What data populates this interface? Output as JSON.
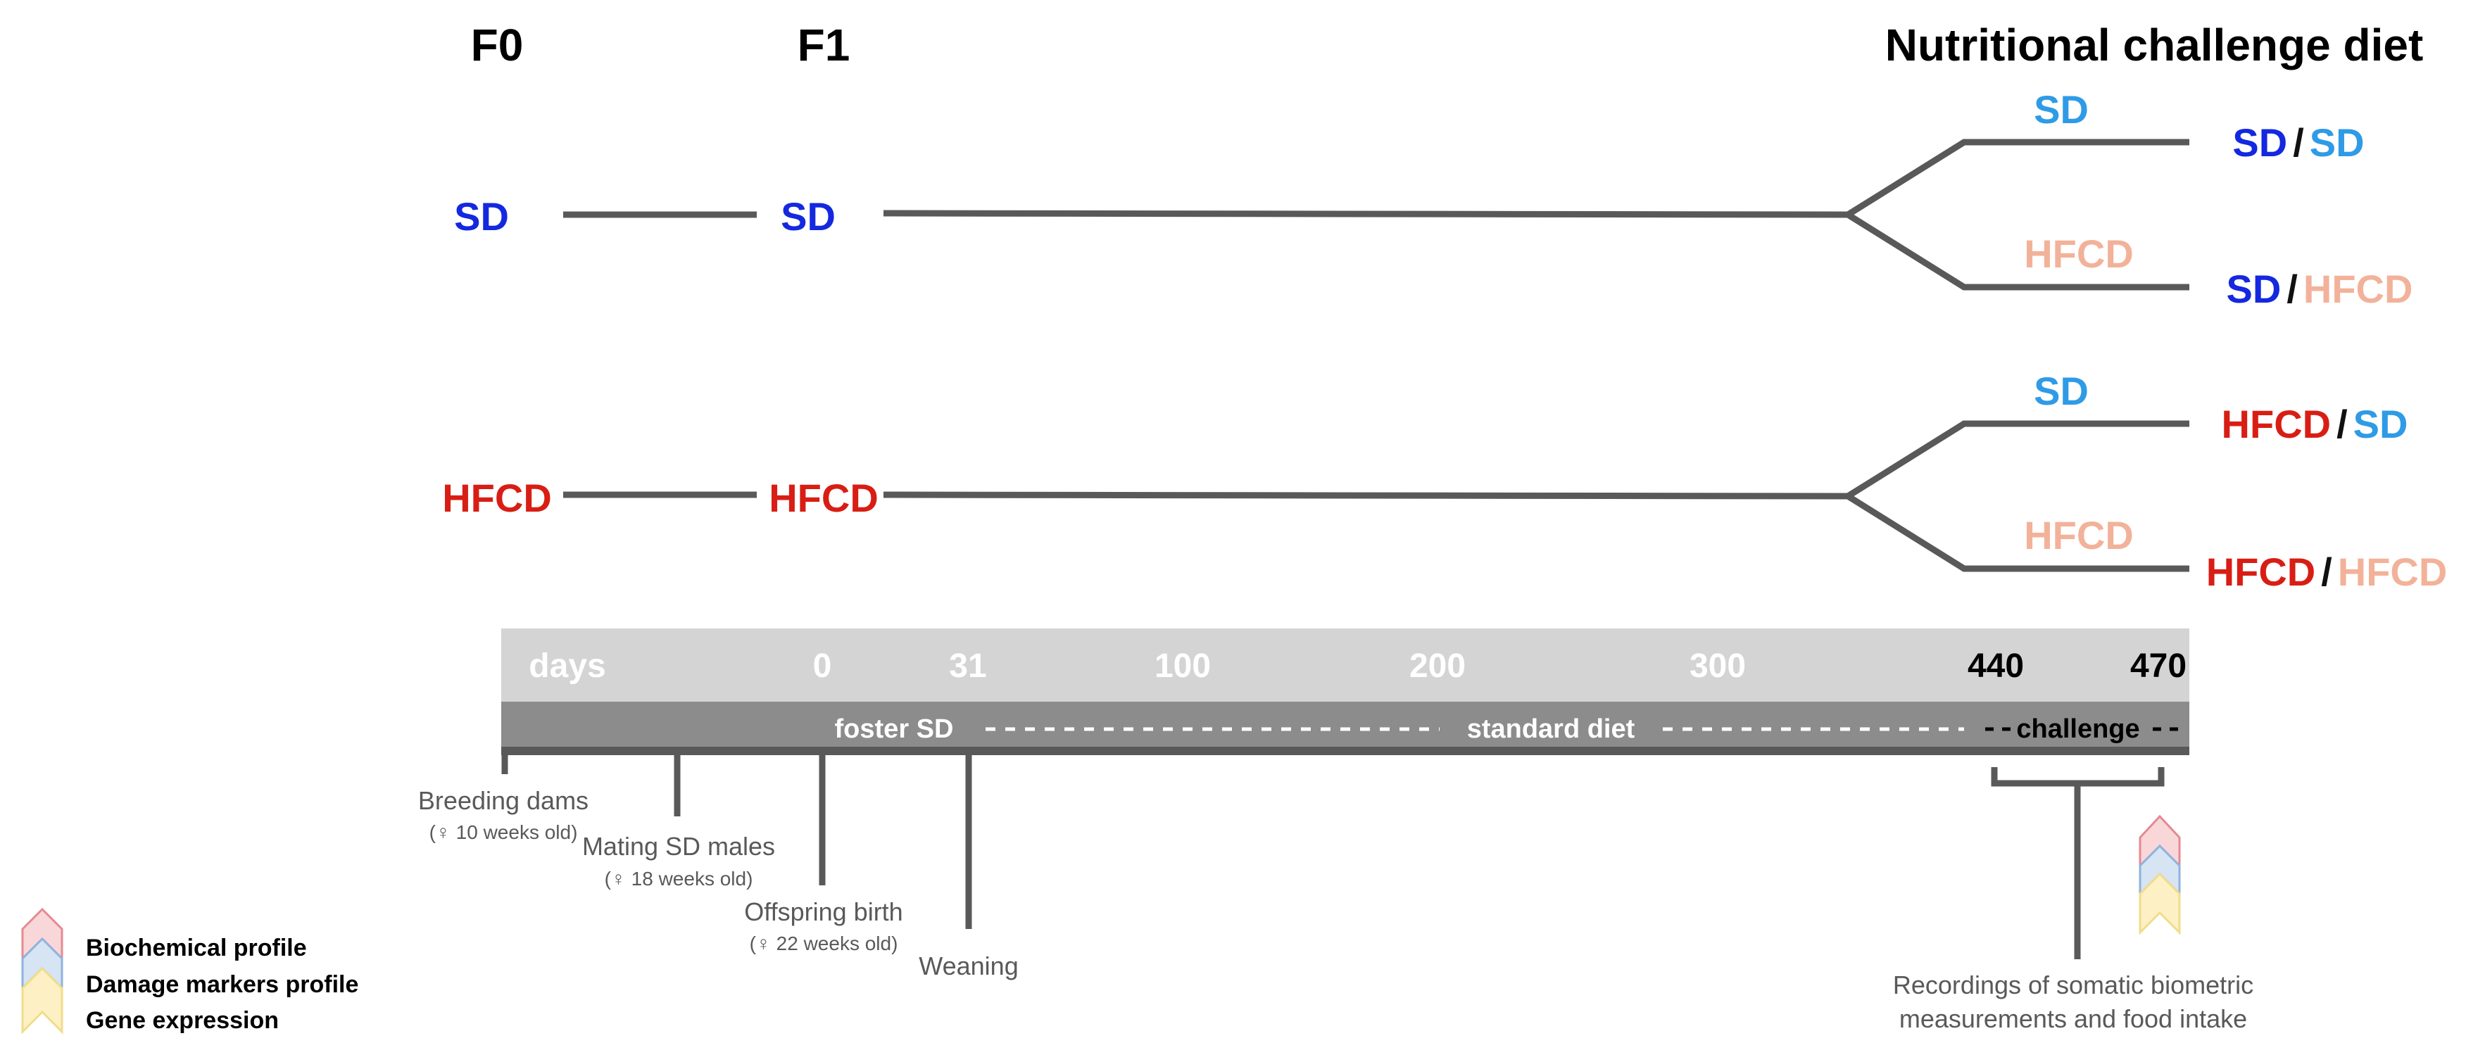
{
  "headers": {
    "f0": "F0",
    "f1": "F1",
    "challenge": "Nutritional challenge diet"
  },
  "diets": {
    "sd": "SD",
    "hfcd": "HFCD",
    "slash": "/"
  },
  "timeline": {
    "days_label": "days",
    "ticks": [
      "0",
      "31",
      "100",
      "200",
      "300",
      "440",
      "470"
    ],
    "phases": {
      "foster": "foster SD",
      "standard": "standard diet",
      "challenge": "challenge"
    }
  },
  "events": {
    "breeding": "Breeding dams",
    "breeding_sub": "(♀ 10 weeks old)",
    "mating": "Mating SD males",
    "mating_sub": "(♀ 18 weeks old)",
    "offspring": "Offspring birth",
    "offspring_sub": "(♀ 22 weeks old)",
    "weaning": "Weaning",
    "recordings_line1": "Recordings of somatic biometric",
    "recordings_line2": "measurements and food intake"
  },
  "legend": {
    "biochemical": "Biochemical profile",
    "damage": "Damage markers profile",
    "gene": "Gene expression"
  },
  "colors": {
    "sd_f0": "#1428e0",
    "sd_challenge": "#2f9be6",
    "hfcd_f0": "#d81e14",
    "hfcd_challenge": "#f2b29a",
    "chevron_red": "#f9d7d9",
    "chevron_blue": "#d6e4f4",
    "chevron_yellow": "#fdf0c4"
  },
  "icons": [
    "biochemical-chevron-icon",
    "damage-chevron-icon",
    "gene-chevron-icon"
  ]
}
